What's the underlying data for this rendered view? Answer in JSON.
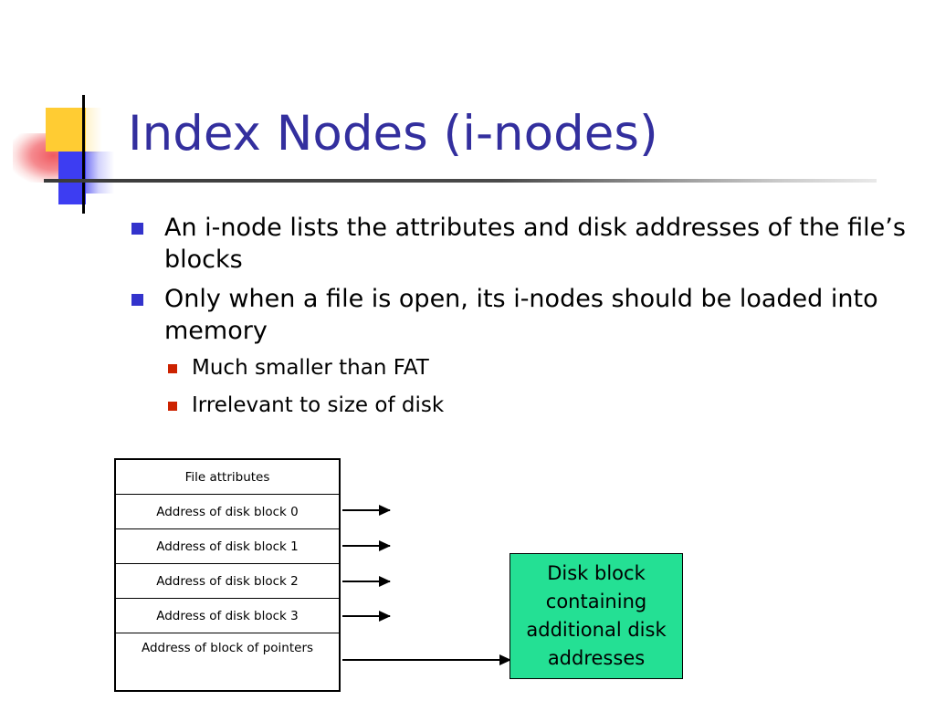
{
  "slide": {
    "title": "Index Nodes (i-nodes)",
    "title_color": "#332f9e",
    "bullets": [
      {
        "level": 1,
        "text": "An i-node lists the attributes and disk addresses of the file’s blocks",
        "marker_color": "#3333cc"
      },
      {
        "level": 1,
        "text": "Only when a file is open, its i-nodes should be loaded into memory",
        "marker_color": "#3333cc"
      },
      {
        "level": 2,
        "text": "Much smaller than FAT",
        "marker_color": "#cc2200"
      },
      {
        "level": 2,
        "text": "Irrelevant to size of disk",
        "marker_color": "#cc2200"
      }
    ]
  },
  "diagram": {
    "inode_rows": [
      "File attributes",
      "Address of disk block 0",
      "Address of disk block 1",
      "Address of disk block 2",
      "Address of disk block 3",
      "Address of block of pointers"
    ],
    "disk_block": {
      "text": "Disk block containing additional disk addresses",
      "fill_color": "#24e094"
    },
    "arrow_count": 5
  },
  "logo": {
    "yellow": "#ffcc33",
    "blue": "#3d3df2",
    "red": "#f05a60"
  }
}
